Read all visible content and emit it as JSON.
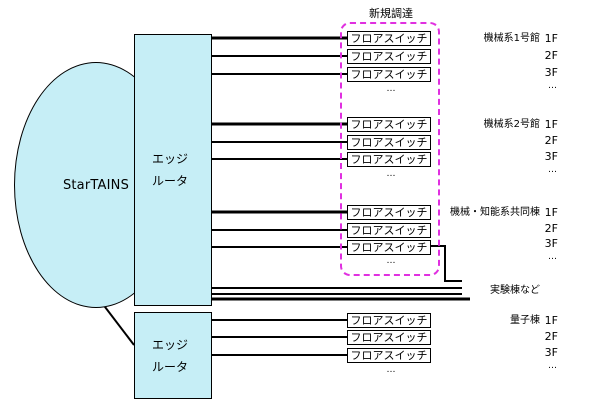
{
  "network": {
    "label": "StarTAINS"
  },
  "routers": [
    {
      "label": "エッジ\nルータ"
    },
    {
      "label": "エッジ\nルータ"
    }
  ],
  "procurement": {
    "label": "新規調達"
  },
  "switch_label": "フロアスイッチ",
  "ellipsis": "…",
  "buildings": [
    {
      "name": "機械系1号館",
      "floors": [
        "1F",
        "2F",
        "3F"
      ],
      "ellipsis": "…",
      "switch_ellipsis": "…"
    },
    {
      "name": "機械系2号館",
      "floors": [
        "1F",
        "2F",
        "3F"
      ],
      "ellipsis": "…",
      "switch_ellipsis": "…"
    },
    {
      "name": "機械・知能系共同棟",
      "floors": [
        "1F",
        "2F",
        "3F"
      ],
      "ellipsis": "…",
      "switch_ellipsis": "…"
    },
    {
      "name": "量子棟",
      "floors": [
        "1F",
        "2F",
        "3F"
      ],
      "ellipsis": "…",
      "switch_ellipsis": "…"
    }
  ],
  "other": {
    "label": "実験棟など"
  }
}
